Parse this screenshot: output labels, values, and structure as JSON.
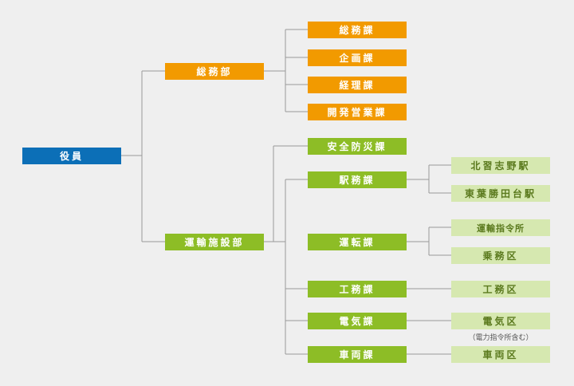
{
  "chart": {
    "root": "役員",
    "divisions": {
      "general": "総務部",
      "operations": "運輸施設部"
    },
    "general_sections": [
      "総務課",
      "企画課",
      "経理課",
      "開発営業課"
    ],
    "ops_sections": {
      "safety": "安全防災課",
      "stations": "駅務課",
      "transport": "運転課",
      "works": "工務課",
      "electric": "電気課",
      "vehicles": "車両課"
    },
    "offices": {
      "kitanarashino": "北習志野駅",
      "tobakatsutadai": "東葉勝田台駅",
      "dispatch": "運輸指令所",
      "crew": "乗務区",
      "works": "工務区",
      "electric": "電気区",
      "electric_note": "（電力指令所含む）",
      "vehicles": "車両区"
    },
    "colors": {
      "root": "#0c6fb7",
      "general": "#f29a00",
      "operations": "#8dbd26",
      "office": "#d6e8b0",
      "line": "#9a9a9a"
    }
  }
}
